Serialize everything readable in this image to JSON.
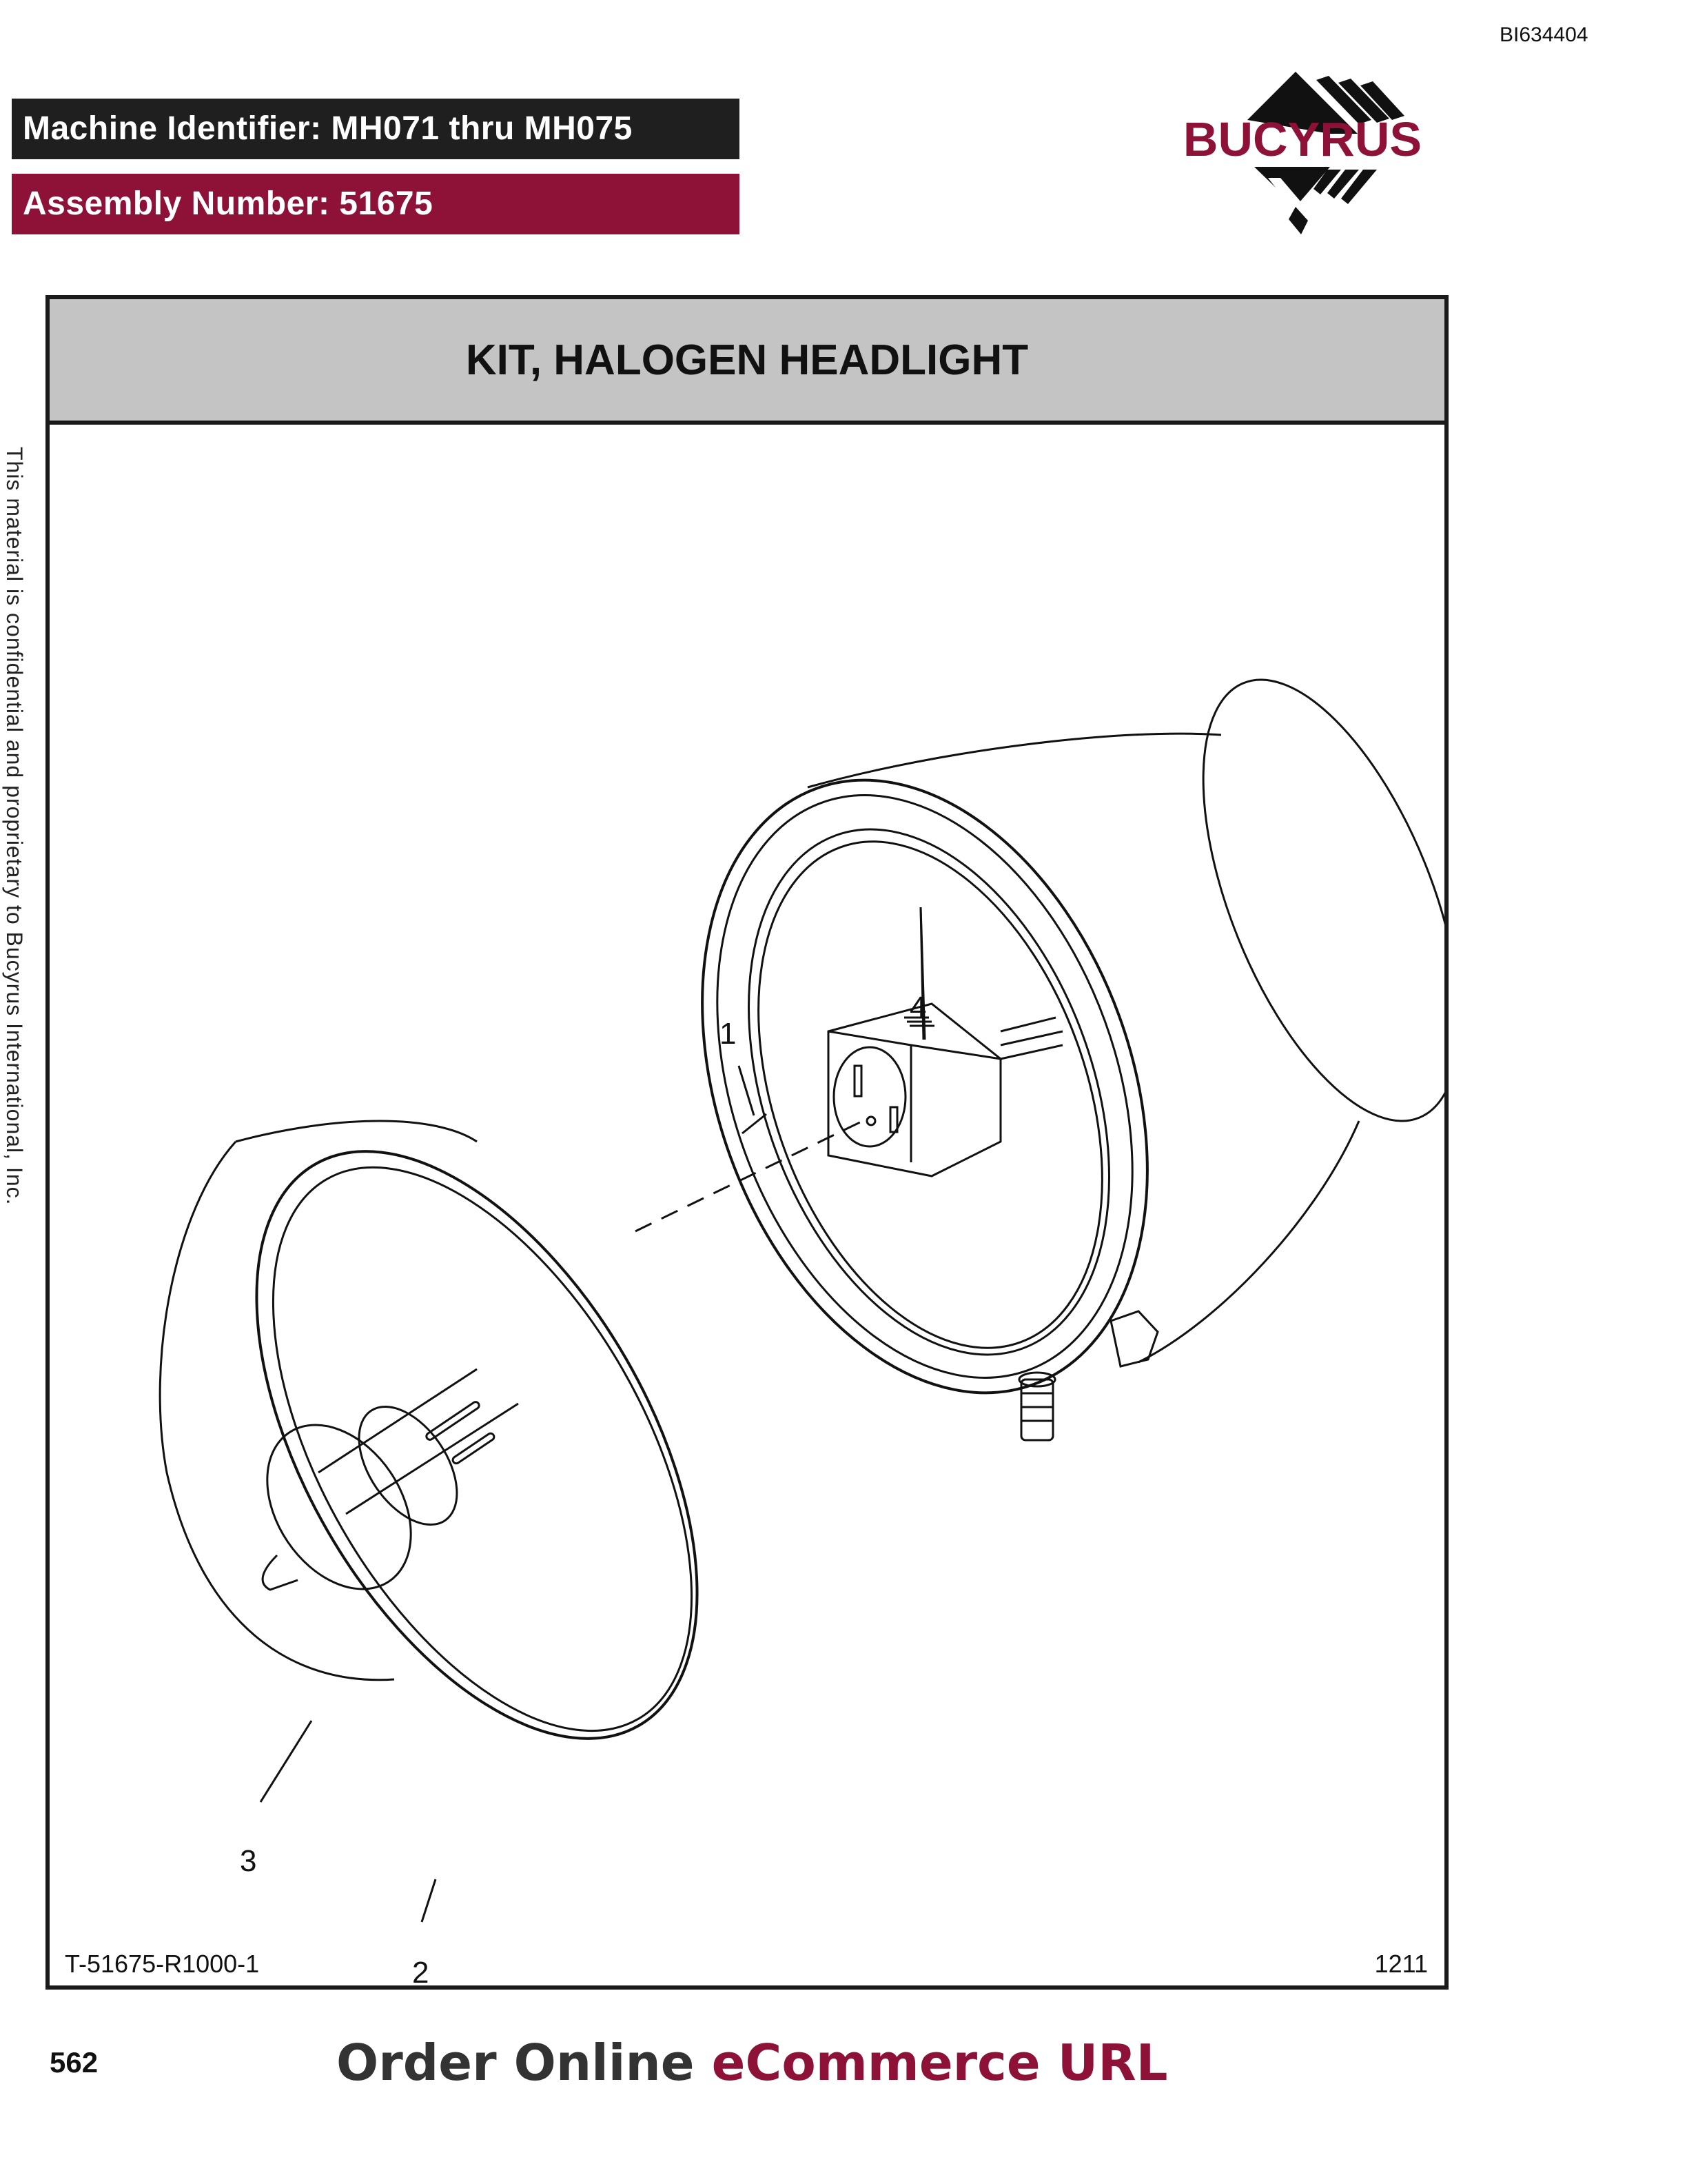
{
  "header": {
    "doc_id": "BI634404",
    "machine_identifier": "Machine Identifier: MH071 thru MH075",
    "assembly_number": "Assembly Number: 51675",
    "logo_text": "BUCYRUS"
  },
  "panel": {
    "title": "KIT, HALOGEN HEADLIGHT",
    "drawing_ref": "T-51675-R1000-1",
    "date_code": "1211"
  },
  "callouts": {
    "c1": "1",
    "c2": "2",
    "c3": "3",
    "c4": "4"
  },
  "side_note": "This material is confidential and proprietary to Bucyrus International, Inc.",
  "footer": {
    "page_number": "562",
    "order_text_1": "Order Online ",
    "order_text_2": "eCommerce URL"
  },
  "colors": {
    "maroon": "#8e1238",
    "dark": "#1f1f1f",
    "band": "#c4c4c4"
  }
}
